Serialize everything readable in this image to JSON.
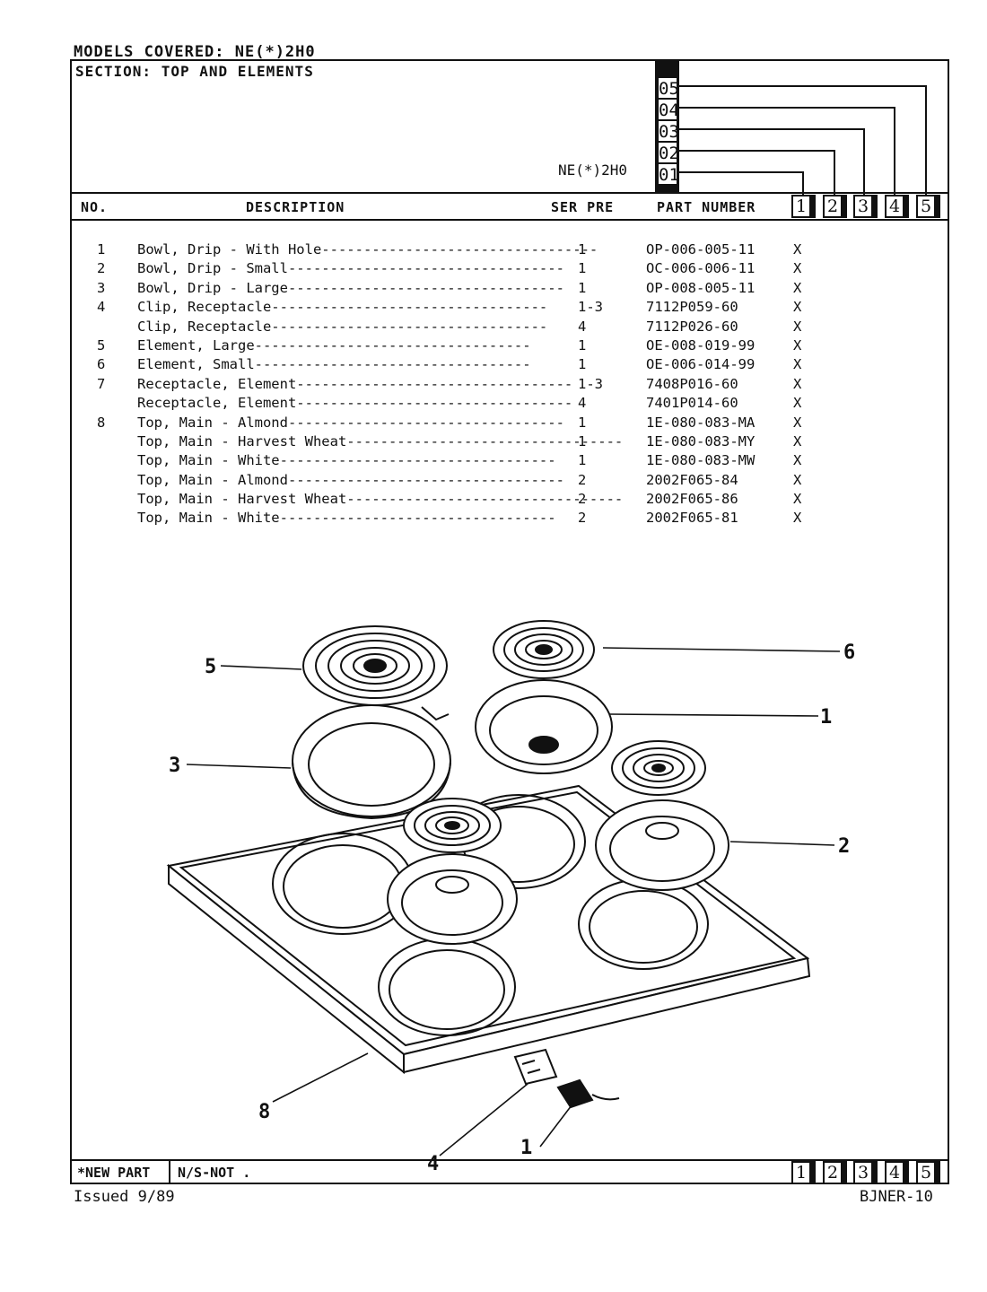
{
  "header": {
    "models_covered": "MODELS COVERED: NE(*)2H0",
    "section": "SECTION: TOP AND ELEMENTS",
    "model_code": "NE(*)2H0",
    "code_columns": [
      "05",
      "04",
      "03",
      "02",
      "01"
    ]
  },
  "table": {
    "col_no": "NO.",
    "col_description": "DESCRIPTION",
    "col_ser_pre": "SER PRE",
    "col_part_number": "PART NUMBER",
    "model_cols": [
      "1",
      "2",
      "3",
      "4",
      "5"
    ],
    "rows": [
      {
        "no": "1",
        "description": "Bowl, Drip - With Hole---------------------------------",
        "ser": "1",
        "part": "OP-006-005-11",
        "x": "X"
      },
      {
        "no": "2",
        "description": "Bowl, Drip - Small---------------------------------",
        "ser": "1",
        "part": "OC-006-006-11",
        "x": "X"
      },
      {
        "no": "3",
        "description": "Bowl, Drip - Large---------------------------------",
        "ser": "1",
        "part": "OP-008-005-11",
        "x": "X"
      },
      {
        "no": "4",
        "description": "Clip, Receptacle---------------------------------",
        "ser": "1-3",
        "part": "7112P059-60",
        "x": "X"
      },
      {
        "no": "",
        "description": "Clip, Receptacle---------------------------------",
        "ser": "4",
        "part": "7112P026-60",
        "x": "X"
      },
      {
        "no": "5",
        "description": "Element, Large---------------------------------",
        "ser": "1",
        "part": "OE-008-019-99",
        "x": "X"
      },
      {
        "no": "6",
        "description": "Element, Small---------------------------------",
        "ser": "1",
        "part": "OE-006-014-99",
        "x": "X"
      },
      {
        "no": "7",
        "description": "Receptacle, Element---------------------------------",
        "ser": "1-3",
        "part": "7408P016-60",
        "x": "X"
      },
      {
        "no": "",
        "description": "Receptacle, Element---------------------------------",
        "ser": "4",
        "part": "7401P014-60",
        "x": "X"
      },
      {
        "no": "8",
        "description": "Top, Main - Almond---------------------------------",
        "ser": "1",
        "part": "1E-080-083-MA",
        "x": "X"
      },
      {
        "no": "",
        "description": "Top, Main - Harvest Wheat---------------------------------",
        "ser": "1",
        "part": "1E-080-083-MY",
        "x": "X"
      },
      {
        "no": "",
        "description": "Top, Main - White---------------------------------",
        "ser": "1",
        "part": "1E-080-083-MW",
        "x": "X"
      },
      {
        "no": "",
        "description": "Top, Main - Almond---------------------------------",
        "ser": "2",
        "part": "2002F065-84",
        "x": "X"
      },
      {
        "no": "",
        "description": "Top, Main - Harvest Wheat---------------------------------",
        "ser": "2",
        "part": "2002F065-86",
        "x": "X"
      },
      {
        "no": "",
        "description": "Top, Main - White---------------------------------",
        "ser": "2",
        "part": "2002F065-81",
        "x": "X"
      }
    ]
  },
  "diagram": {
    "callouts": [
      "5",
      "6",
      "1",
      "3",
      "2",
      "8",
      "4",
      "1"
    ]
  },
  "footer": {
    "new_part": "*NEW PART",
    "ns_not": "N/S-NOT .",
    "issued": "Issued 9/89",
    "doc_number": "BJNER-10",
    "model_cols": [
      "1",
      "2",
      "3",
      "4",
      "5"
    ]
  }
}
